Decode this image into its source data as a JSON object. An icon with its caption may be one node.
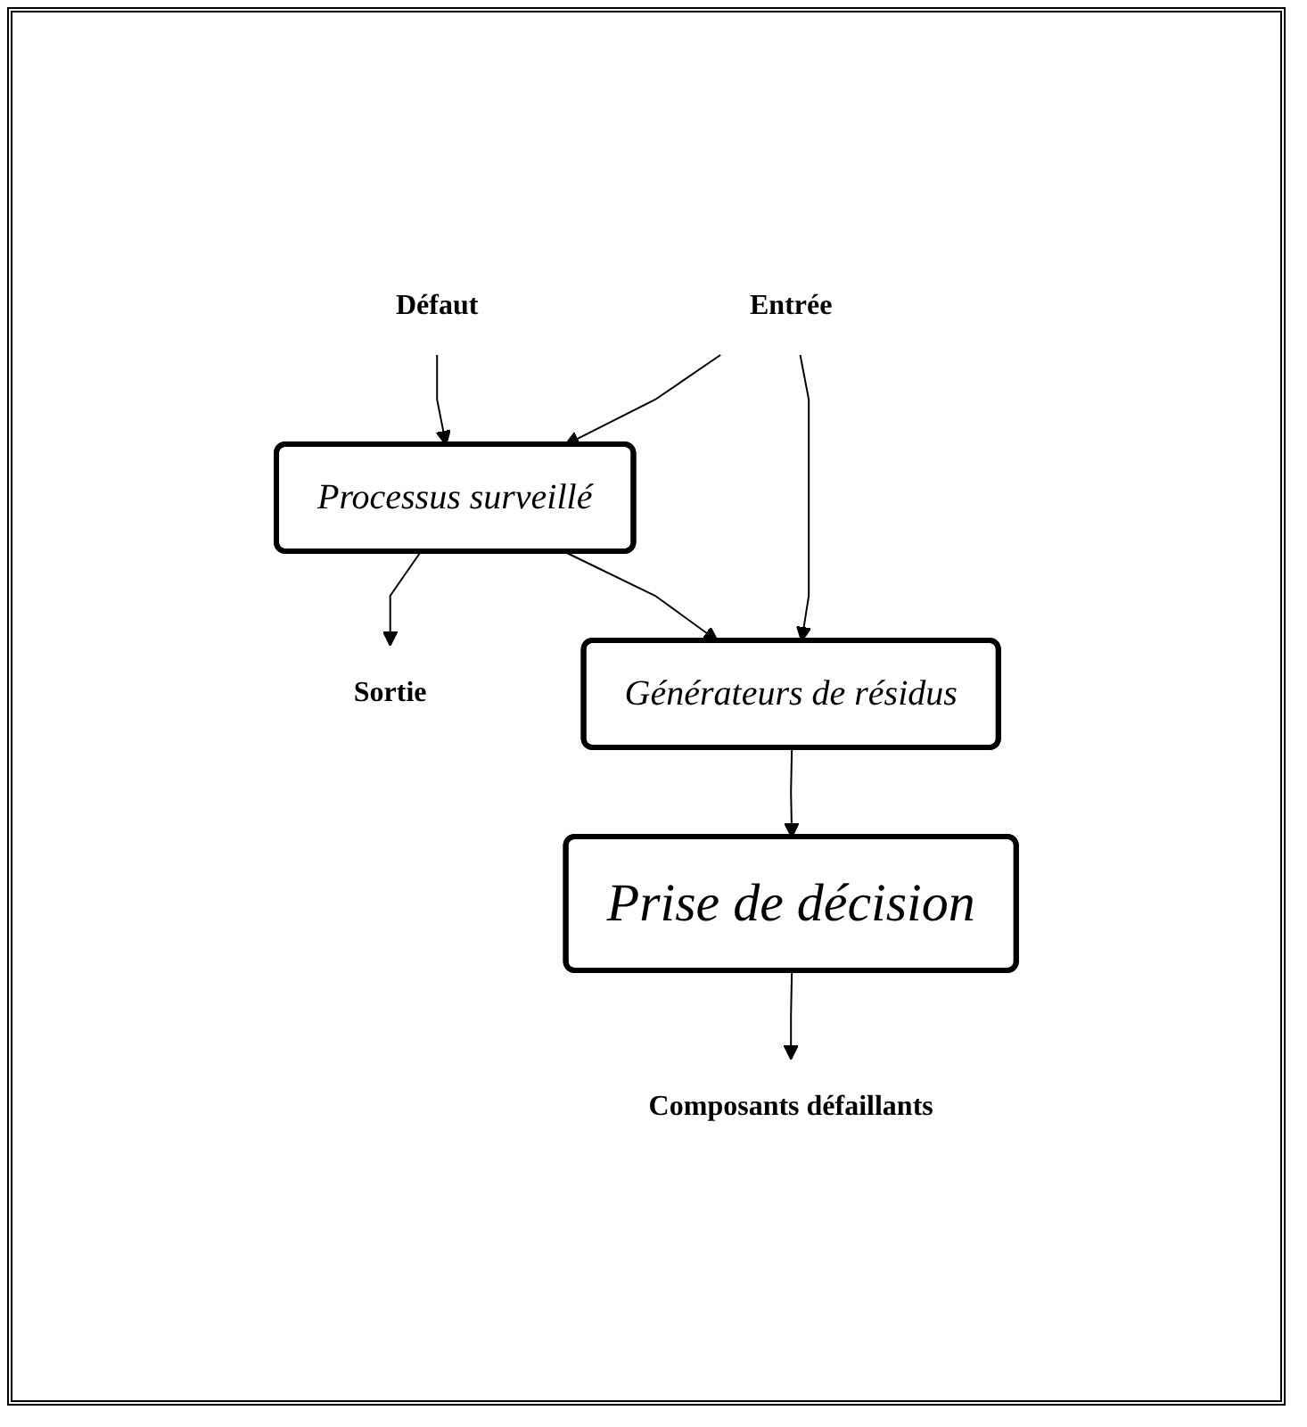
{
  "diagram": {
    "nodes": [
      {
        "text": [
          "Défaut"
        ]
      },
      {
        "text": [
          "Entrée"
        ]
      },
      {
        "text": [
          "Processus surveillé"
        ]
      },
      {
        "text": [
          "Sortie"
        ]
      },
      {
        "text": [
          "Générateurs de résidus"
        ]
      },
      {
        "text": [
          "Prise de décision"
        ]
      },
      {
        "text": [
          "Composants défaillants"
        ]
      }
    ],
    "edges": [
      {
        "from": 0,
        "to": 2,
        "arrow": "to"
      },
      {
        "from": 1,
        "to": 2,
        "arrow": "to"
      },
      {
        "from": 2,
        "to": 3,
        "arrow": "to"
      },
      {
        "from": 1,
        "to": 4,
        "arrow": "to"
      },
      {
        "from": 2,
        "to": 4,
        "arrow": "to"
      },
      {
        "from": 4,
        "to": 5,
        "arrow": "to"
      },
      {
        "from": 5,
        "to": 6,
        "arrow": "to"
      }
    ]
  }
}
